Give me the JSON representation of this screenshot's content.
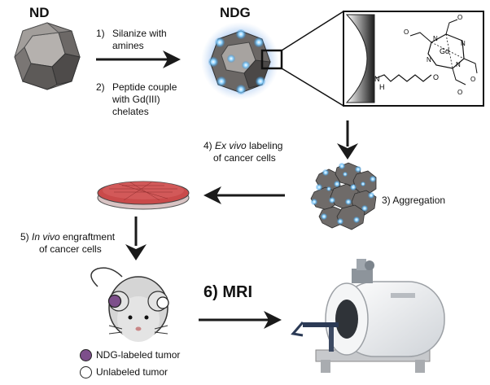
{
  "labels": {
    "nd": "ND",
    "ndg": "NDG",
    "step1_num": "1)",
    "step1_a": "Silanize with",
    "step1_b": "amines",
    "step2_num": "2)",
    "step2_a": "Peptide couple",
    "step2_b": "with Gd(III)",
    "step2_c": "chelates",
    "step3": "3) Aggregation",
    "step4_num": "4)",
    "step4_italic": "Ex vivo",
    "step4_rest": "labeling",
    "step4_b": "of cancer cells",
    "step5_num": "5)",
    "step5_italic": "In vivo",
    "step5_rest": "engraftment",
    "step5_b": "of cancer cells",
    "step6": "6) MRI",
    "chem_gd": "Gd",
    "chem_n": "N",
    "chem_o": "O",
    "chem_h": "H"
  },
  "legend": [
    {
      "label": "NDG-labeled tumor",
      "color": "#7d4f8b"
    },
    {
      "label": "Unlabeled tumor",
      "color": "#ffffff"
    }
  ],
  "colors": {
    "arrow": "#1a1a1a",
    "nanodiamond": "#6e6a68",
    "glow": "#5aa9e6",
    "dish": "#c94a4a",
    "labeled_tumor": "#7d4f8b"
  }
}
